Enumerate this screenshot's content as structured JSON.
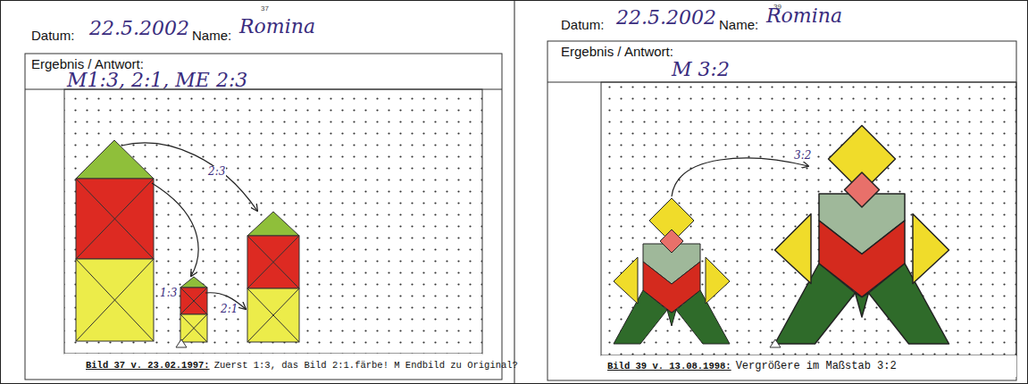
{
  "diagram": {
    "labels": [
      "37",
      "Datum:",
      "22.5.2002",
      "Name:",
      "Romina",
      "Ergebnis / Antwort:",
      "M1:3, 2:1, ME 2:3",
      "2:3",
      "1:3",
      "2:1",
      "Bild 37 v. 23.02.1997:",
      "Zuerst 1:3, das Bild 2:1.färbe! M Endbild zu Original?",
      "39",
      "Datum:",
      "22.5.2002",
      "Name:",
      "Romina",
      "Ergebnis / Antwort:",
      "M 3:2",
      "3:2",
      "Bild 39 v. 13.08.1998:",
      "Vergrößere im Maßstab 3:2"
    ]
  }
}
